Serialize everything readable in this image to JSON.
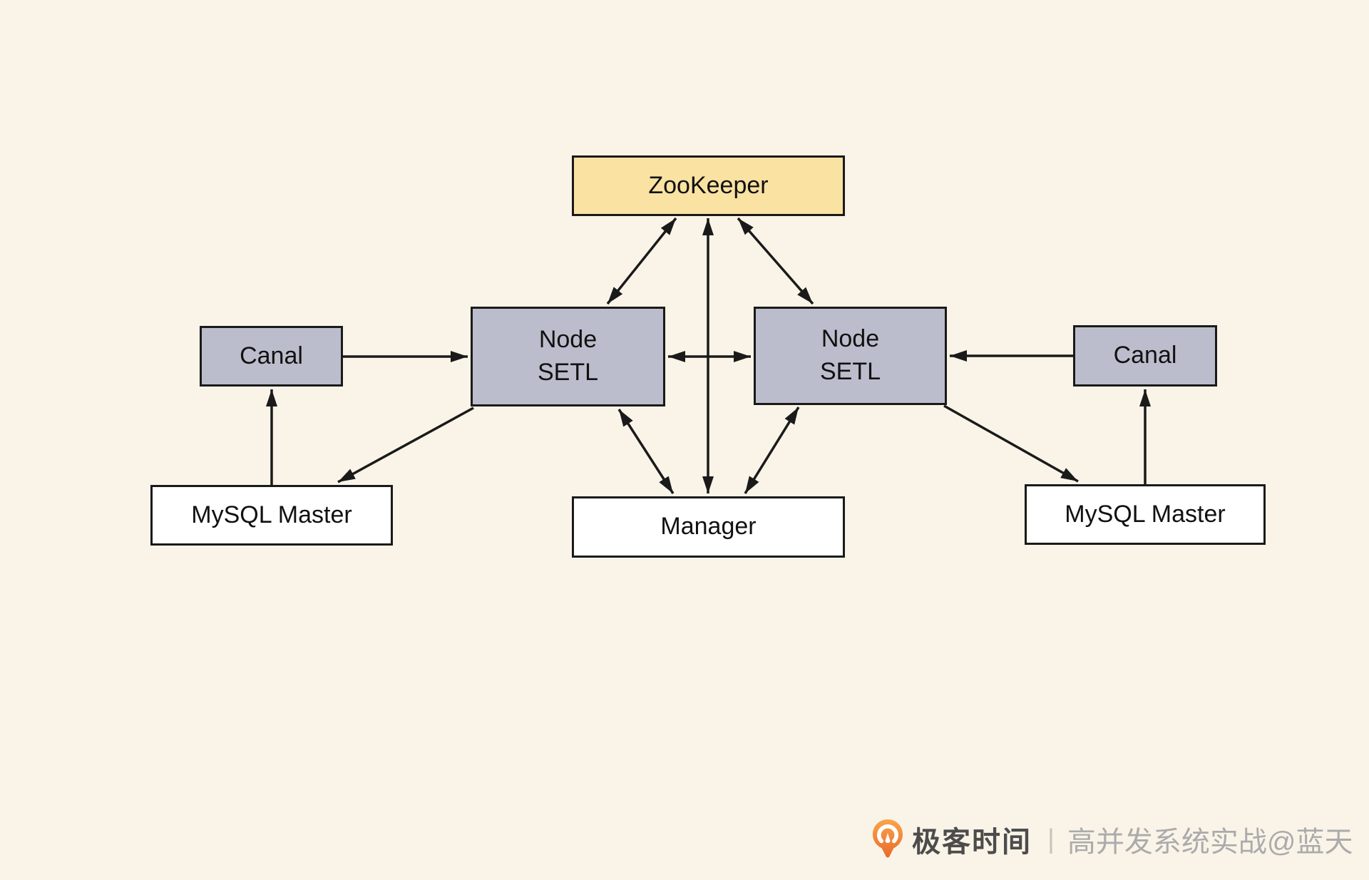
{
  "diagram": {
    "nodes": [
      {
        "id": "zookeeper",
        "label": "ZooKeeper",
        "type": "highlight"
      },
      {
        "id": "node-setl-left",
        "label": "Node\nSETL",
        "type": "component"
      },
      {
        "id": "node-setl-right",
        "label": "Node\nSETL",
        "type": "component"
      },
      {
        "id": "canal-left",
        "label": "Canal",
        "type": "component"
      },
      {
        "id": "canal-right",
        "label": "Canal",
        "type": "component"
      },
      {
        "id": "mysql-master-left",
        "label": "MySQL Master",
        "type": "plain"
      },
      {
        "id": "mysql-master-right",
        "label": "MySQL Master",
        "type": "plain"
      },
      {
        "id": "manager",
        "label": "Manager",
        "type": "plain"
      }
    ],
    "edges": [
      {
        "from": "canal-left",
        "to": "node-setl-left",
        "direction": "single"
      },
      {
        "from": "canal-right",
        "to": "node-setl-right",
        "direction": "single"
      },
      {
        "from": "mysql-master-left",
        "to": "canal-left",
        "direction": "single"
      },
      {
        "from": "mysql-master-right",
        "to": "canal-right",
        "direction": "single"
      },
      {
        "from": "node-setl-left",
        "to": "mysql-master-left",
        "direction": "single"
      },
      {
        "from": "node-setl-right",
        "to": "mysql-master-right",
        "direction": "single"
      },
      {
        "from": "zookeeper",
        "to": "node-setl-left",
        "direction": "double"
      },
      {
        "from": "zookeeper",
        "to": "node-setl-right",
        "direction": "double"
      },
      {
        "from": "zookeeper",
        "to": "manager",
        "direction": "double"
      },
      {
        "from": "node-setl-left",
        "to": "manager",
        "direction": "double"
      },
      {
        "from": "node-setl-right",
        "to": "manager",
        "direction": "double"
      },
      {
        "from": "node-setl-left",
        "to": "node-setl-right",
        "direction": "double"
      }
    ],
    "colors": {
      "background": "#faf4e8",
      "highlight_fill": "#fae2a2",
      "component_fill": "#bcbdcc",
      "plain_fill": "#ffffff",
      "stroke": "#1a1a1a"
    }
  },
  "watermark": {
    "brand": "极客时间",
    "divider": "|",
    "credit": "高并发系统实战@蓝天",
    "logo_color": "#ee7c33"
  }
}
